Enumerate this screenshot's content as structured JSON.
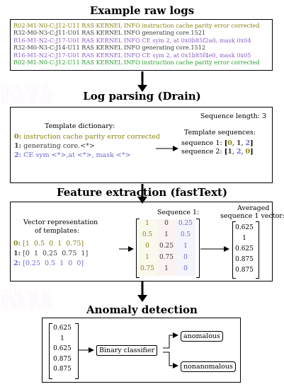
{
  "titles": {
    "raw_logs": "Example raw logs",
    "parsing": "Log parsing (Drain)",
    "feature": "Feature extraction (fastText)",
    "anomaly": "Anomaly detection"
  },
  "raw_logs": [
    {
      "id": "R02-M1-N0-C:J12-U11",
      "mid": "RAS KERNEL INFO",
      "msg": "instruction cache parity error corrected",
      "color": "#8a8412"
    },
    {
      "id": "R32-M0-N3-C:J11-U01",
      "mid": "RAS KERNEL INFO",
      "msg": "generating core.1521",
      "color": "#3c3c3c"
    },
    {
      "id": "R16-M1-N2-C:J17-U01",
      "mid": "RAS KERNEL INFO",
      "msg": "CE sym 2, at 0x0b85f2a0, mask 0x04",
      "color": "#8a62c8"
    },
    {
      "id": "R32-M0-N3-C:J14-U11",
      "mid": "RAS KERNEL INFO",
      "msg": "generating core.1512",
      "color": "#3c3c3c"
    },
    {
      "id": "R16-M1-N2-C:J17-U01",
      "mid": "RAS KERNEL INFO",
      "msg": "CE sym 2, at 0x1b85f4e0, mask 0x05",
      "color": "#8a62c8"
    },
    {
      "id": "R02-M1-N0-C:J12-U11",
      "mid": "RAS KERNEL INFO",
      "msg": "instruction cache parity error corrected",
      "color": "#2e9c2e"
    }
  ],
  "parsing": {
    "sequence_length": "Sequence length: 3",
    "dict_title": "Template dictionary:",
    "templates": [
      {
        "idx": "0:",
        "text": "instruction cache parity error corrected",
        "color": "#8a8412"
      },
      {
        "idx": "1:",
        "text": "generating core.<*>",
        "color": "#3c3c3c"
      },
      {
        "idx": "2:",
        "text": "CE sym <*>,at <*>, mask <*>",
        "color": "#6b6bd6"
      }
    ],
    "seq_title": "Template sequences:",
    "sequences": [
      {
        "label": "sequence 1:",
        "open": "[",
        "v": [
          "0",
          "1",
          "2"
        ],
        "close": "]"
      },
      {
        "label": "sequence 2:",
        "open": "[",
        "v": [
          "1",
          "2",
          "0"
        ],
        "close": "]"
      }
    ],
    "seq_colors": {
      "0": "#8a8412",
      "1": "#3c3c3c",
      "2": "#6b6bd6"
    }
  },
  "feature": {
    "vec_title_1": "Vector representation",
    "vec_title_2": "of templates:",
    "vectors": [
      {
        "idx": "0:",
        "text": "[1  0.5  0  1  0.75]",
        "color": "#8a8412"
      },
      {
        "idx": "1:",
        "text": "[0  1  0.25  0.75  1]",
        "color": "#3c3c3c"
      },
      {
        "idx": "2:",
        "text": "[0.25  0.5  1  0  0]",
        "color": "#6b6bd6"
      }
    ],
    "seq_title": "Sequence 1:",
    "matrix": [
      [
        "1",
        "0",
        "0.25"
      ],
      [
        "0.5",
        "1",
        "0.5"
      ],
      [
        "0",
        "0.25",
        "1"
      ],
      [
        "1",
        "0.75",
        "0"
      ],
      [
        "0.75",
        "1",
        "0"
      ]
    ],
    "avg_title_1": "Averaged",
    "avg_title_2": "sequence 1 vector:",
    "avg_vector": [
      "0.625",
      "1",
      "0.625",
      "0.875",
      "0.875"
    ]
  },
  "anomaly": {
    "input_vector": [
      "0.625",
      "1",
      "0.625",
      "0.875",
      "0.875"
    ],
    "classifier": "Binary classifier",
    "out_anomalous": "anomalous",
    "out_normal": "nonanomalous"
  }
}
